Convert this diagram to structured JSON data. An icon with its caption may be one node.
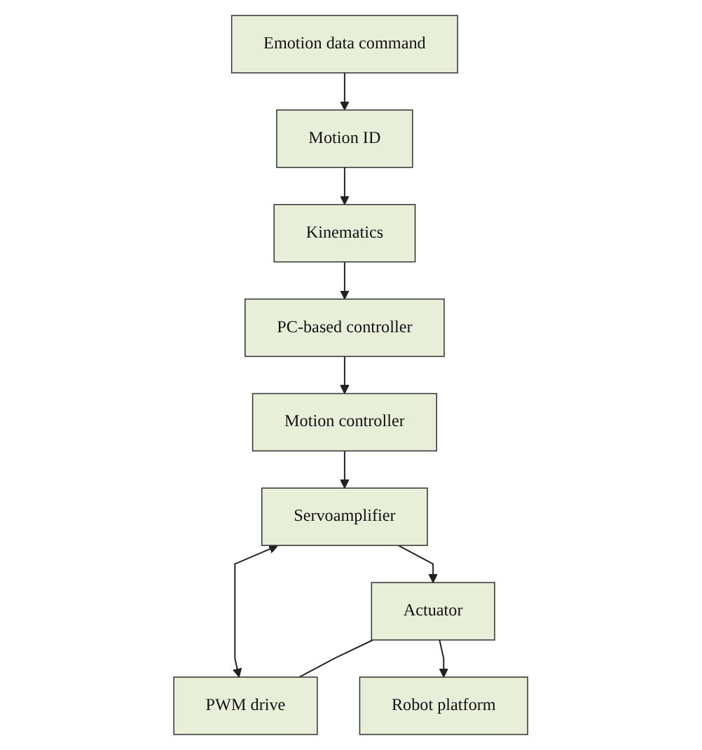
{
  "diagram": {
    "nodes": [
      {
        "text": [
          "Emotion data command"
        ]
      },
      {
        "text": [
          "Motion ID"
        ]
      },
      {
        "text": [
          "Kinematics"
        ]
      },
      {
        "text": [
          "PC-based controller"
        ]
      },
      {
        "text": [
          "Motion controller"
        ]
      },
      {
        "text": [
          "Servoamplifier"
        ]
      },
      {
        "text": [
          "Actuator"
        ]
      },
      {
        "text": [
          "PWM drive"
        ]
      },
      {
        "text": [
          "Robot platform"
        ]
      }
    ],
    "edges": [
      {
        "from": 0,
        "to": 1,
        "arrow": "to"
      },
      {
        "from": 1,
        "to": 2,
        "arrow": "to"
      },
      {
        "from": 2,
        "to": 3,
        "arrow": "to"
      },
      {
        "from": 3,
        "to": 4,
        "arrow": "to"
      },
      {
        "from": 4,
        "to": 5,
        "arrow": "to"
      },
      {
        "from": 5,
        "to": 6,
        "arrow": "to"
      },
      {
        "from": 5,
        "to": 7,
        "arrow": "both"
      },
      {
        "from": 6,
        "to": 7,
        "arrow": "none"
      },
      {
        "from": 6,
        "to": 8,
        "arrow": "to"
      }
    ]
  }
}
